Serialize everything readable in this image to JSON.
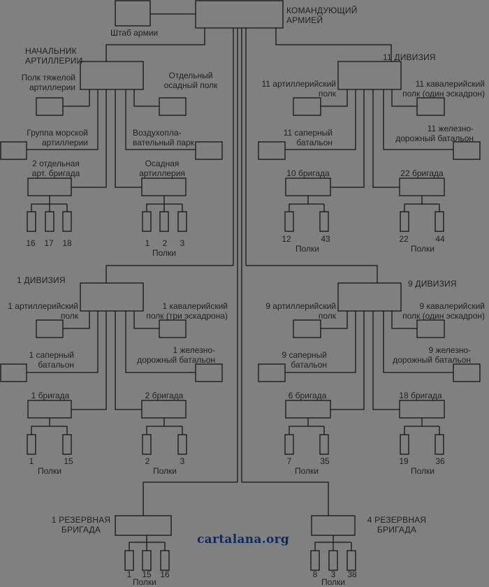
{
  "diagram": {
    "commander": "КОМАНДУЮЩИЙ\nАРМИЕЙ",
    "staff": "Штаб армии",
    "artillery_chief": {
      "title": "НАЧАЛЬНИК\nАРТИЛЛЕРИИ",
      "heavy_regiment": "Полк тяжелой\nартиллерии",
      "siege_regiment": "Отдельный\nосадный полк",
      "naval_group": "Группа морской\nартиллерии",
      "balloon_park": "Воздухопла-\nвательный парк",
      "art_brigade": "2 отдельная\nарт. бригада",
      "siege_artillery": "Осадная\nартиллерия",
      "art_brigade_units": [
        "16",
        "17",
        "18"
      ],
      "siege_units": [
        "1",
        "2",
        "3"
      ],
      "regiments_label": "Полки"
    },
    "div11": {
      "title": "11 ДИВИЗИЯ",
      "art_regiment": "11 артиллерийский\nполк",
      "cav_regiment": "11 кавалерийский\nполк (один эскадрон)",
      "sapper": "11 саперный\nбатальон",
      "railway": "11 железно-\nдорожный батальон",
      "brigade_a": "10 бригада",
      "brigade_b": "22 бригада",
      "brigade_a_units": [
        "12",
        "43"
      ],
      "brigade_b_units": [
        "22",
        "44"
      ],
      "regiments_label": "Полки"
    },
    "div1": {
      "title": "1 ДИВИЗИЯ",
      "art_regiment": "1 артиллерийский\nполк",
      "cav_regiment": "1 кавалерийский\nполк (три эскадрона)",
      "sapper": "1 саперный\nбатальон",
      "railway": "1 железно-\nдорожный батальон",
      "brigade_a": "1 бригада",
      "brigade_b": "2 бригада",
      "brigade_a_units": [
        "1",
        "15"
      ],
      "brigade_b_units": [
        "2",
        "3"
      ],
      "regiments_label": "Полки"
    },
    "div9": {
      "title": "9 ДИВИЗИЯ",
      "art_regiment": "9 артиллерийский\nполк",
      "cav_regiment": "9 кавалерийский\nполк (один эскадрон)",
      "sapper": "9 саперный\nбатальон",
      "railway": "9 железно-\nдорожный батальон",
      "brigade_a": "6 бригада",
      "brigade_b": "18 бригада",
      "brigade_a_units": [
        "7",
        "35"
      ],
      "brigade_b_units": [
        "19",
        "36"
      ],
      "regiments_label": "Полки"
    },
    "reserve1": {
      "title": "1 РЕЗЕРВНАЯ\nБРИГАДА",
      "units": [
        "1",
        "15",
        "16"
      ],
      "regiments_label": "Полки"
    },
    "reserve4": {
      "title": "4 РЕЗЕРВНАЯ\nБРИГАДА",
      "units": [
        "8",
        "3",
        "38"
      ],
      "regiments_label": "Полки"
    },
    "watermark": "cartalana.org"
  }
}
